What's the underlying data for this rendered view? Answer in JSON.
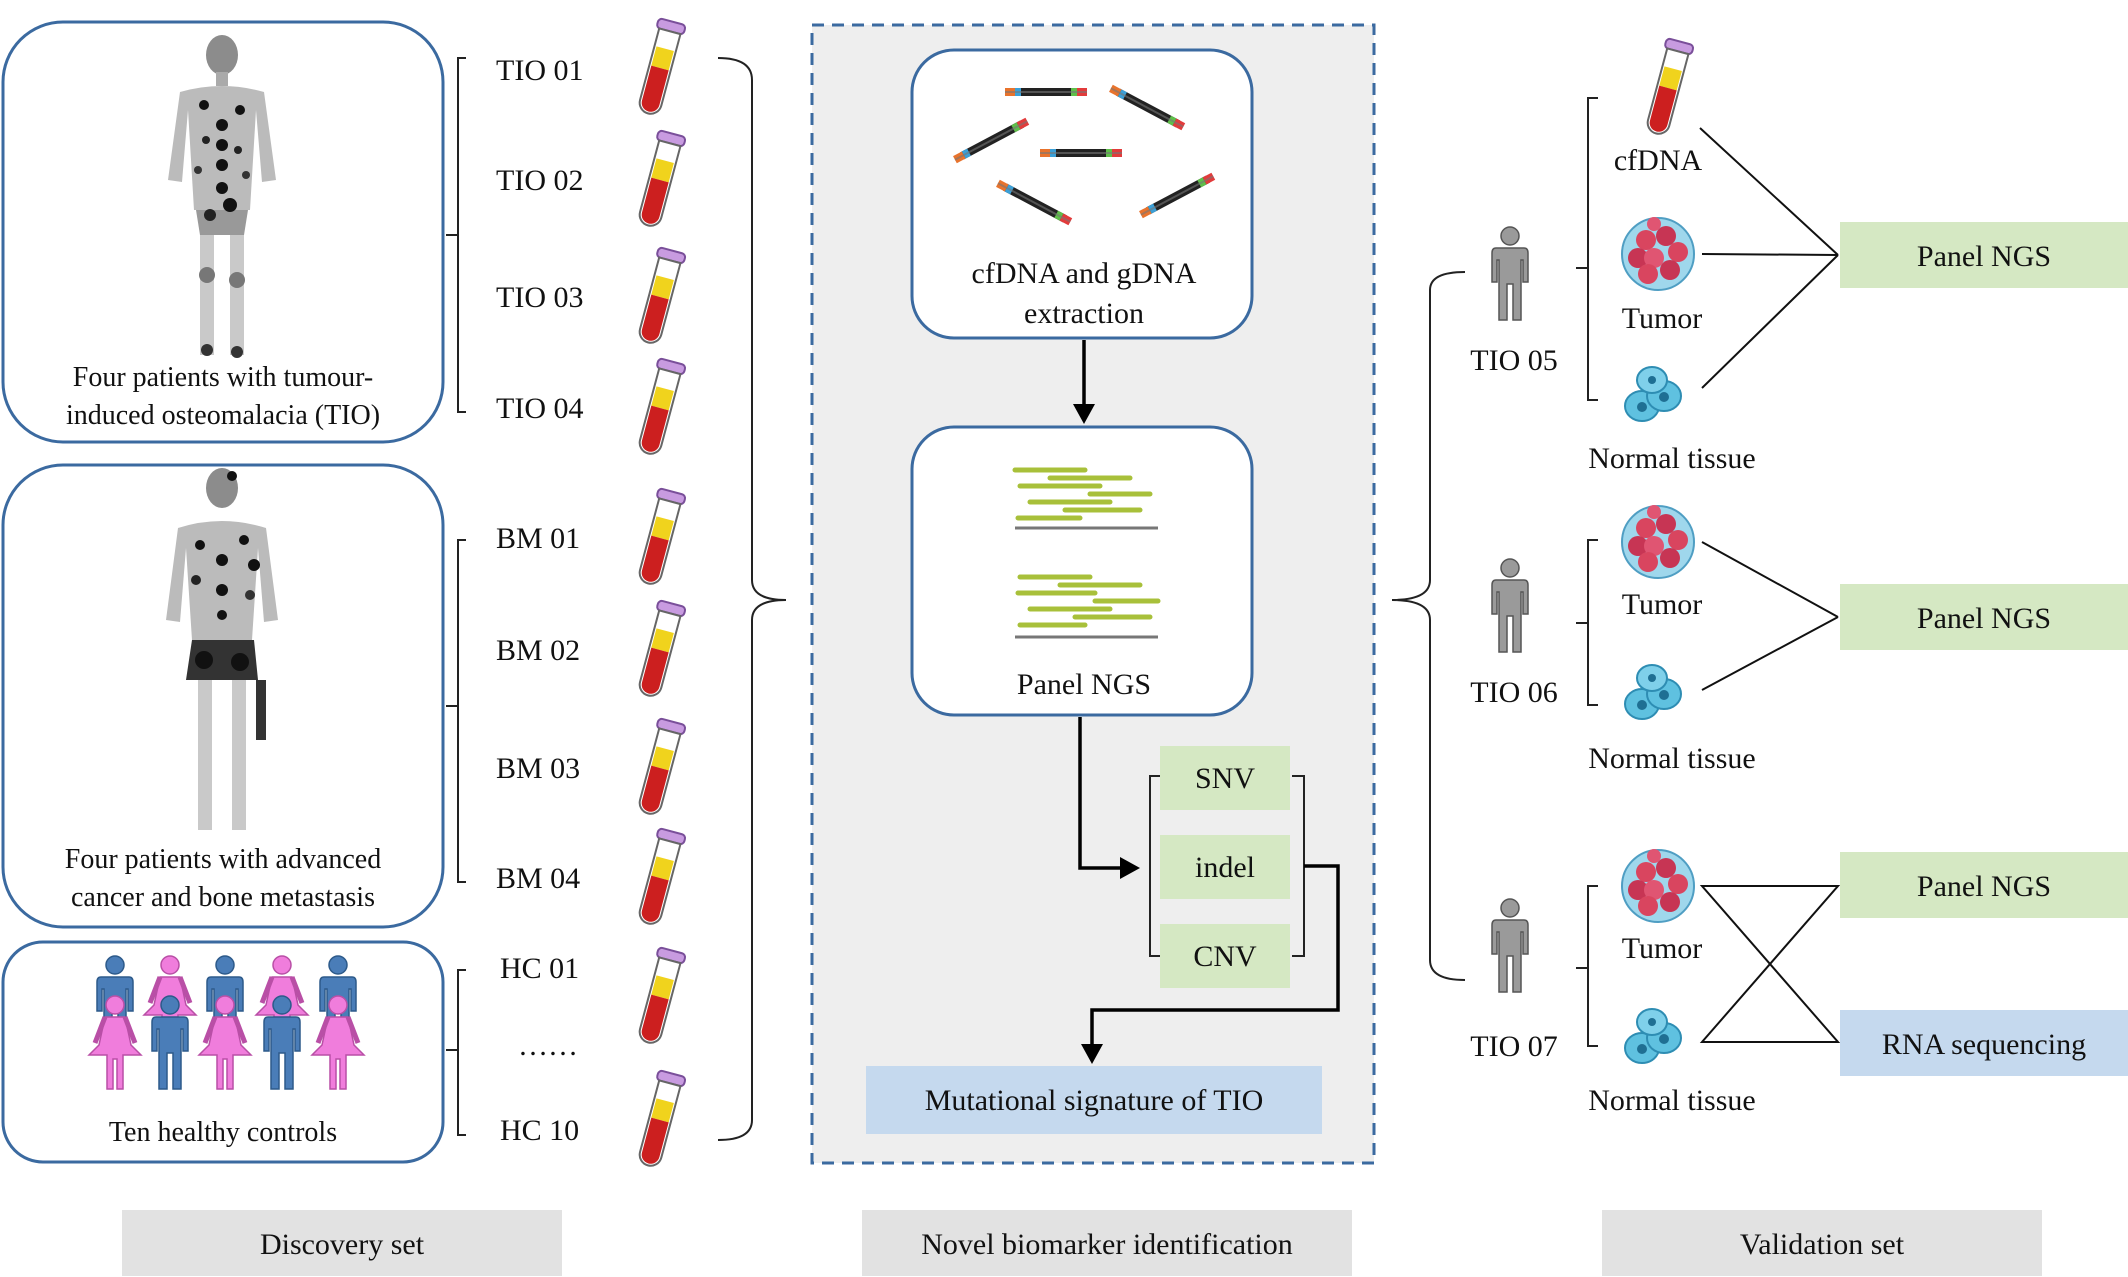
{
  "discovery": {
    "tio_group_label": "Four patients with tumour-induced osteomalacia (TIO)",
    "tio_group_line1": "Four patients with tumour-",
    "tio_group_line2": "induced osteomalacia (TIO)",
    "bm_group_line1": "Four patients with advanced",
    "bm_group_line2": "cancer and bone metastasis",
    "hc_group_label": "Ten healthy controls",
    "samples": [
      "TIO 01",
      "TIO 02",
      "TIO 03",
      "TIO 04",
      "BM 01",
      "BM 02",
      "BM 03",
      "BM 04",
      "HC 01",
      "……",
      "HC 10"
    ]
  },
  "identification": {
    "extraction_line1": "cfDNA and gDNA",
    "extraction_line2": "extraction",
    "panel_label": "Panel NGS",
    "variants": [
      "SNV",
      "indel",
      "CNV"
    ],
    "signature_label": "Mutational signature of TIO"
  },
  "validation": {
    "patients": [
      "TIO 05",
      "TIO 06",
      "TIO 07"
    ],
    "cfdna_label": "cfDNA",
    "tumor_label": "Tumor",
    "normal_label": "Normal tissue",
    "panel_ngs": "Panel NGS",
    "rna_seq": "RNA sequencing"
  },
  "footer": {
    "discovery": "Discovery set",
    "identification": "Novel biomarker identification",
    "validation": "Validation set"
  },
  "colors": {
    "box_border": "#3b6aa0",
    "green_box": "#d5e8c3",
    "blue_box": "#c5d9ee",
    "footer_gray": "#e2e2e2",
    "panel_bg": "#eeeeee",
    "tube_red": "#cc1f1f",
    "tube_yellow": "#f0d31d",
    "cap_purple": "#c89be0",
    "cell_blue": "#5fc1e0",
    "tumor_red": "#d9455f",
    "male_blue": "#4a7db8",
    "female_pink": "#f07ddc",
    "person_gray": "#9a9a9a",
    "read_green": "#a8c03a"
  }
}
